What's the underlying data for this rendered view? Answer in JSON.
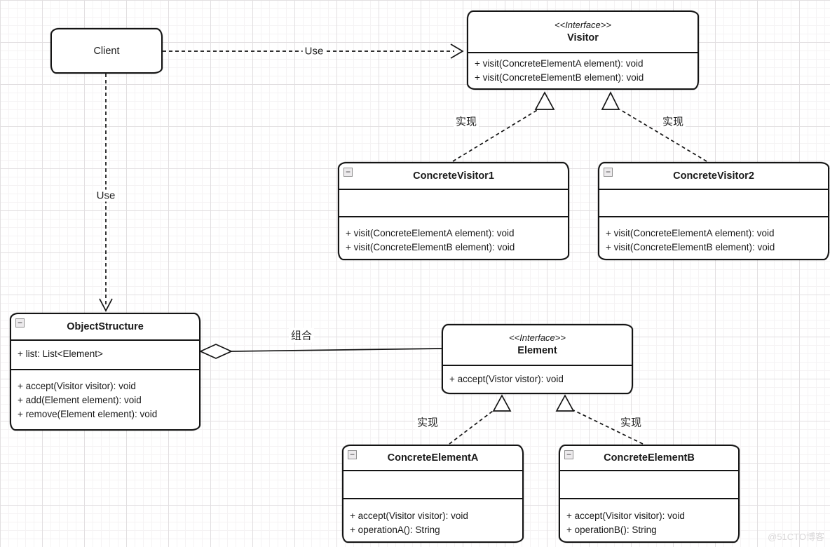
{
  "classes": {
    "client": {
      "title": "Client"
    },
    "visitor": {
      "stereotype": "<<Interface>>",
      "title": "Visitor",
      "methods": [
        "+ visit(ConcreteElementA element): void",
        "+ visit(ConcreteElementB element): void"
      ]
    },
    "concreteVisitor1": {
      "title": "ConcreteVisitor1",
      "methods": [
        "+ visit(ConcreteElementA element): void",
        "+ visit(ConcreteElementB element): void"
      ]
    },
    "concreteVisitor2": {
      "title": "ConcreteVisitor2",
      "methods": [
        "+ visit(ConcreteElementA element): void",
        "+ visit(ConcreteElementB element): void"
      ]
    },
    "objectStructure": {
      "title": "ObjectStructure",
      "fields": [
        "+ list: List<Element>"
      ],
      "methods": [
        "+ accept(Visitor visitor): void",
        "+ add(Element element): void",
        "+ remove(Element element): void"
      ]
    },
    "element": {
      "stereotype": "<<Interface>>",
      "title": "Element",
      "methods": [
        "+ accept(Vistor vistor): void"
      ]
    },
    "concreteElementA": {
      "title": "ConcreteElementA",
      "methods": [
        "+ accept(Visitor visitor): void",
        "+ operationA(): String"
      ]
    },
    "concreteElementB": {
      "title": "ConcreteElementB",
      "methods": [
        "+ accept(Visitor visitor): void",
        "+ operationB(): String"
      ]
    }
  },
  "edges": {
    "client_visitor": {
      "label": "Use"
    },
    "client_objectStructure": {
      "label": "Use"
    },
    "visitor_concreteVisitor1": {
      "label": "实现"
    },
    "visitor_concreteVisitor2": {
      "label": "实现"
    },
    "objectStructure_element": {
      "label": "组合"
    },
    "element_concreteElementA": {
      "label": "实现"
    },
    "element_concreteElementB": {
      "label": "实现"
    }
  },
  "collapse_glyph": "−",
  "watermark": "@51CTO博客",
  "colors": {
    "stroke": "#141414",
    "grid_major": "#e2dfe1",
    "grid_minor": "#f5f3f4",
    "watermark": "#d9d7d8"
  }
}
